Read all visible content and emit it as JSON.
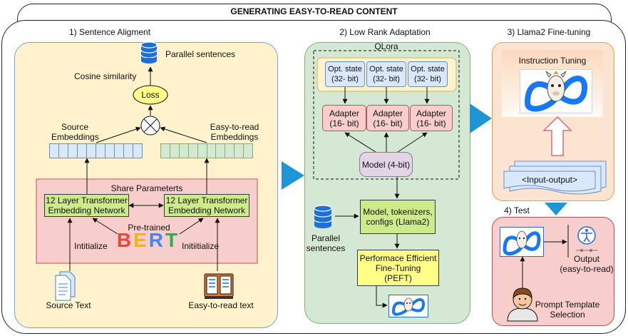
{
  "title": "GENERATING EASY-TO-READ CONTENT",
  "sections": {
    "s1": "1) Sentence Aligment",
    "s2": "2) Low Rank Adaptation",
    "s3": "3) Llama2 Fine-tuning",
    "s4": "4) Test"
  },
  "panel1": {
    "parallel_sentences": "Parallel sentences",
    "cosine_similarity": "Cosine similarity",
    "loss": "Loss",
    "source_embeddings": "Source\nEmbeddings",
    "easy_embeddings": "Easy-to-read\nEmbeddings",
    "share_parameters": "Share Parameterts",
    "transformer_left": "12 Layer Transformer\nEmbedding Network",
    "transformer_right": "12 Layer Transformer\nEmbedding Network",
    "pretrained": "Pre-trained",
    "bert_letters": [
      "B",
      "E",
      "R",
      "T"
    ],
    "bert_colors": [
      "#e8453c",
      "#f4b400",
      "#4285f4",
      "#34a853"
    ],
    "initialize_left": "Intitialize",
    "initialize_right": "Initiitialize",
    "source_text": "Source Text",
    "easy_text": "Easy-to-read text"
  },
  "panel2": {
    "qlora": "QLora",
    "opt_states": [
      "Opt. state\n(32- bit)",
      "Opt. state\n(32- bit)",
      "Opt. state\n(32- bit)"
    ],
    "adapters": [
      "Adapter\n(16- bit)",
      "Adapter\n(16- bit)",
      "Adapter\n(16- bit)"
    ],
    "model": "Model (4-bit)",
    "parallel_sentences": "Parallel\nsentences",
    "model_tokenizers": "Model, tokenizers,\nconfigs (Llama2)",
    "peft": "Performace Efficient\nFine-Tuning\n(PEFT)"
  },
  "panel3": {
    "instruction_tuning": "Instruction Tuning",
    "input_output": "<Input-output>"
  },
  "panel4": {
    "output": "Output\n(easy-to-read)",
    "prompt_template": "Prompt Template\nSelection"
  }
}
